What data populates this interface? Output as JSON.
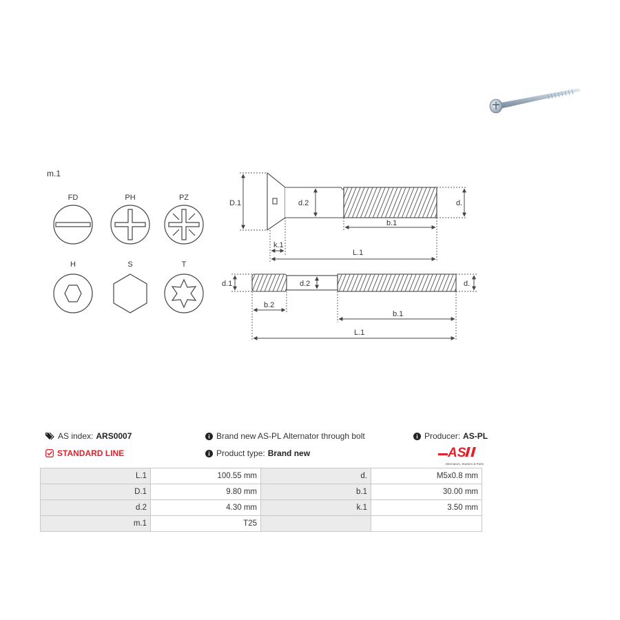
{
  "drive_types": {
    "heading": "m.1",
    "items": [
      {
        "label": "FD",
        "icon": "slotted-drive-icon"
      },
      {
        "label": "PH",
        "icon": "phillips-drive-icon"
      },
      {
        "label": "PZ",
        "icon": "pozidriv-drive-icon"
      },
      {
        "label": "H",
        "icon": "hex-socket-drive-icon"
      },
      {
        "label": "S",
        "icon": "external-hex-drive-icon"
      },
      {
        "label": "T",
        "icon": "torx-drive-icon"
      }
    ]
  },
  "drawing_labels": {
    "top": {
      "D1": "D.1",
      "d2": "d.2",
      "d": "d.",
      "b1": "b.1",
      "k1": "k.1",
      "L1": "L.1"
    },
    "bottom": {
      "d1": "d.1",
      "d2": "d.2",
      "d": "d.",
      "b2": "b.2",
      "b1": "b.1",
      "L1": "L.1"
    }
  },
  "info": {
    "as_index_label": "AS index:",
    "as_index_value": "ARS0007",
    "standard_line": "STANDARD LINE",
    "description": "Brand new AS-PL Alternator through bolt",
    "product_type_label": "Product type:",
    "product_type_value": "Brand new",
    "producer_label": "Producer:",
    "producer_value": "AS-PL",
    "logo_text": "AS",
    "logo_tagline": "Alternators, Starters & Parts"
  },
  "spec_table": [
    [
      "L.1",
      "100.55 mm",
      "d.",
      "M5x0.8 mm"
    ],
    [
      "D.1",
      "9.80 mm",
      "b.1",
      "30.00 mm"
    ],
    [
      "d.2",
      "4.30 mm",
      "k.1",
      "3.50 mm"
    ],
    [
      "m.1",
      "T25",
      "",
      ""
    ]
  ],
  "colors": {
    "accent_red": "#e0232b",
    "line": "#444444",
    "cell_key_bg": "#ebebeb",
    "cell_border": "#c8c8c8"
  }
}
